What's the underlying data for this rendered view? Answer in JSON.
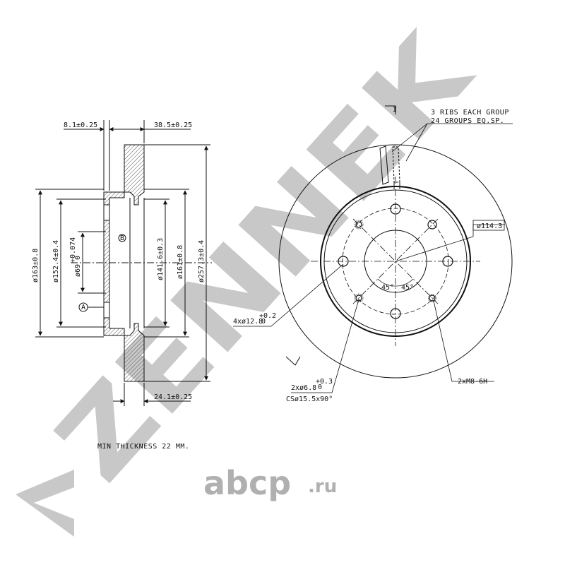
{
  "watermark": {
    "brand": "ZENNEK",
    "site": "abcp",
    "site_tld": ".ru"
  },
  "side_view": {
    "dim_hub_thickness": "8.1±0.25",
    "dim_total_height": "38.5±0.25",
    "dim_disc_thickness": "24.1±0.25",
    "dia_163": "ø163±0.8",
    "dia_152": "ø152.4±0.4",
    "dia_69": "ø69",
    "dia_69_tol_upper": "+0.074",
    "dia_69_tol_lower": "0",
    "dia_141": "ø141.6±0.3",
    "dia_161": "ø161±0.8",
    "dia_257": "ø257.3±0.4",
    "datum_a": "A",
    "datum_b": "B"
  },
  "front_view": {
    "section_mark": "I",
    "ribs_note_1": "3 RIBS EACH GROUP",
    "ribs_note_2": "24 GROUPS EQ.SP.",
    "pcd": "ø114.3",
    "holes_large": "4xø12.8",
    "holes_large_tol_upper": "+0.2",
    "holes_large_tol_lower": "0",
    "angle_left": "45°",
    "angle_right": "45°",
    "holes_small": "2xø6.8",
    "holes_small_tol_upper": "+0.3",
    "holes_small_tol_lower": "0",
    "countersink": "CSø15.5x90°",
    "thread": "2xM8-6H"
  },
  "notes": {
    "min_thickness": "MIN THICKNESS 22 MM."
  },
  "colors": {
    "line": "#111111",
    "watermark": "#c8c8c8",
    "hatch": "#555555"
  }
}
